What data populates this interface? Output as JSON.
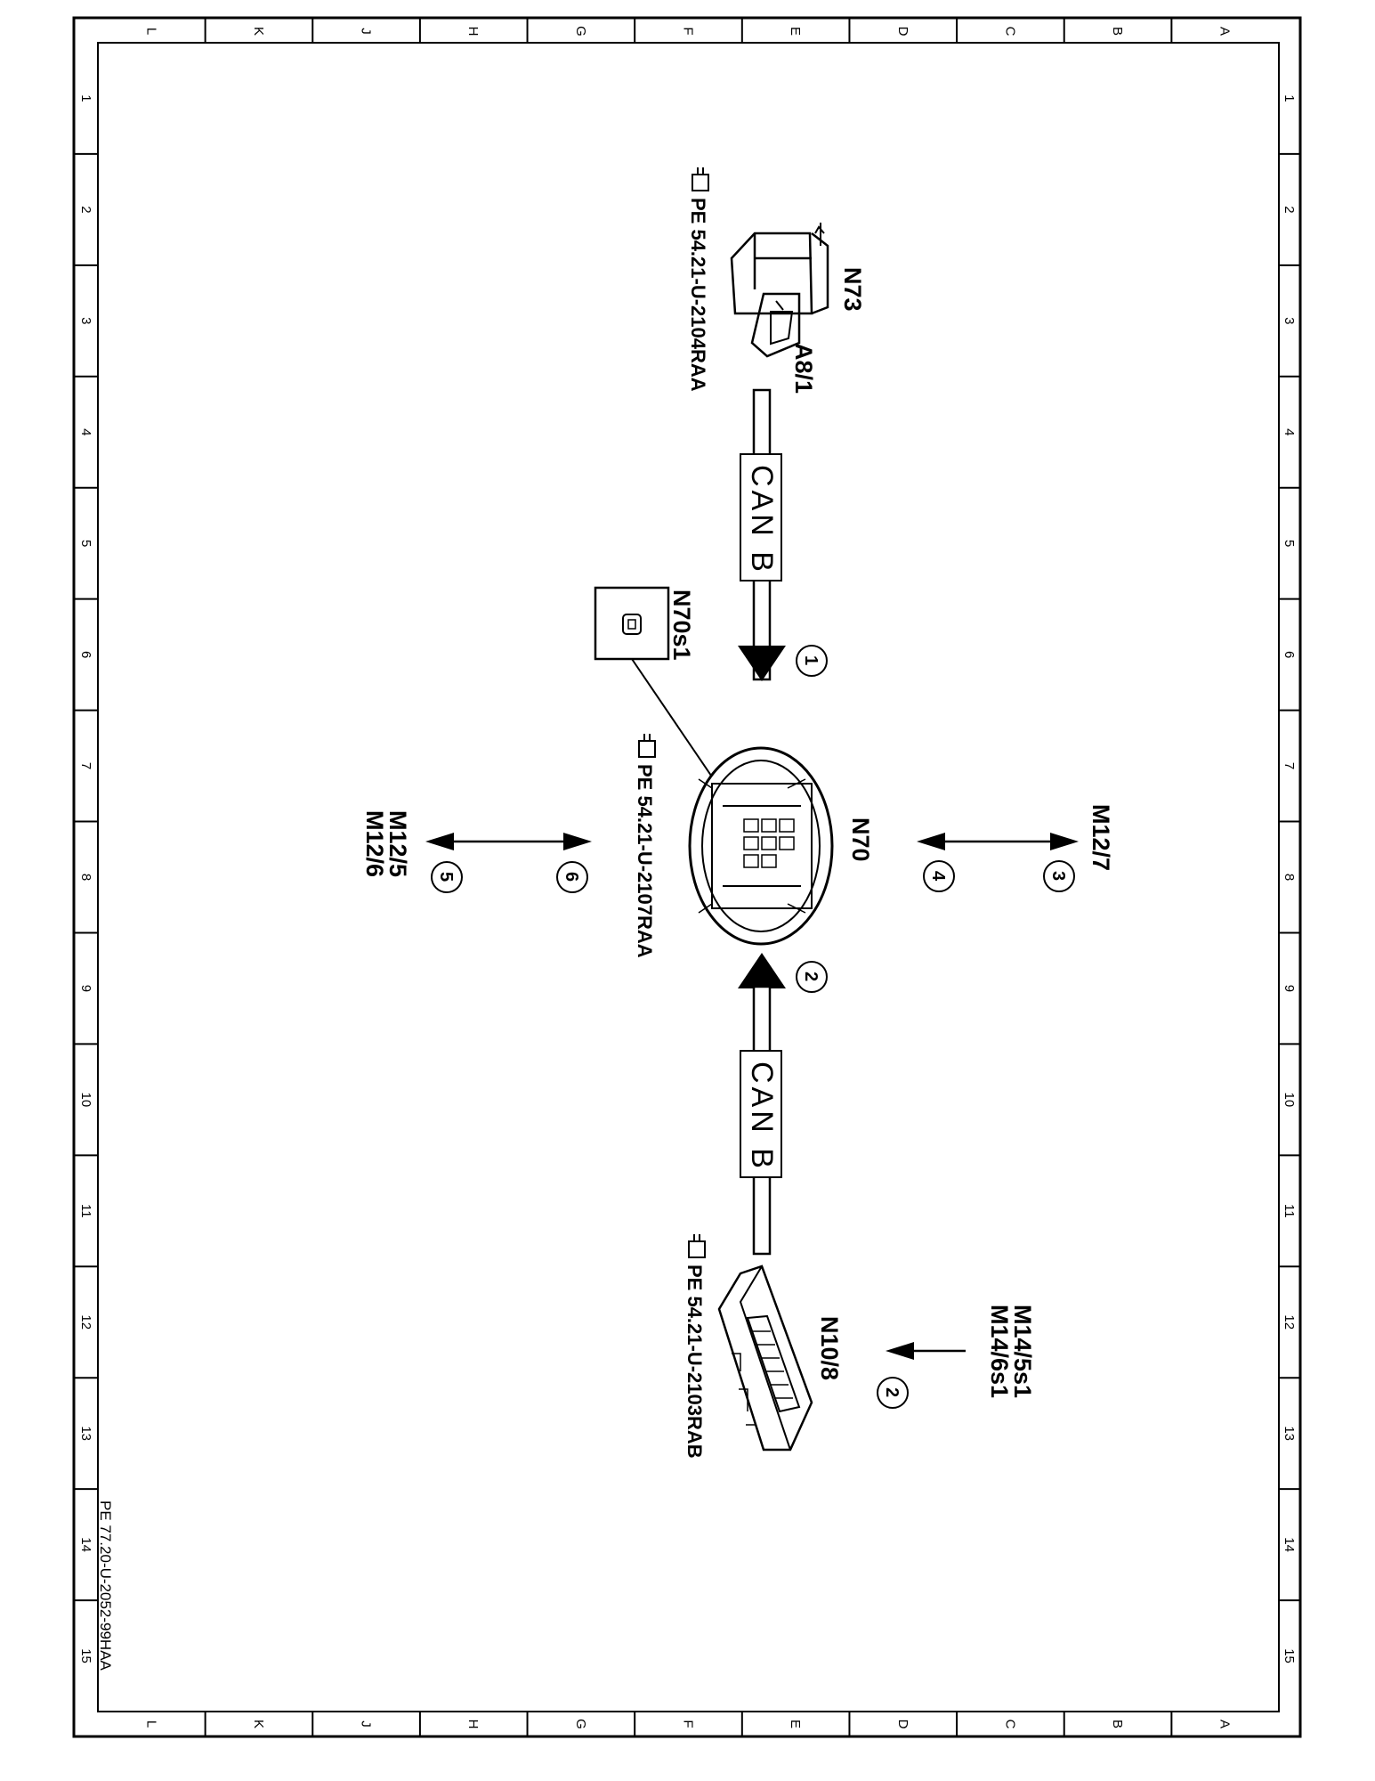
{
  "document_id": "PE 77.20-U-2052-99HAA",
  "grid": {
    "letters": [
      "L",
      "K",
      "J",
      "H",
      "G",
      "F",
      "E",
      "D",
      "C",
      "B",
      "A"
    ],
    "numbers": [
      "1",
      "2",
      "3",
      "4",
      "5",
      "6",
      "7",
      "8",
      "9",
      "10",
      "11",
      "12",
      "13",
      "14",
      "15"
    ]
  },
  "components": {
    "n73": "N73",
    "a8_1": "A8/1",
    "n70s1": "N70s1",
    "n70": "N70",
    "n10_8": "N10/8",
    "m12_7": "M12/7",
    "m12_5": "M12/5",
    "m12_6": "M12/6",
    "m14_5s1": "M14/5s1",
    "m14_6s1": "M14/6s1"
  },
  "refs": {
    "n73_ref": "PE 54.21-U-2104RAA",
    "n70_ref": "PE 54.21-U-2107RAA",
    "n10_ref": "PE 54.21-U-2103RAB"
  },
  "bus": {
    "top": "CAN B",
    "bottom": "CAN B"
  },
  "signals": {
    "s1": "1",
    "s2a": "2",
    "s2b": "2",
    "s3": "3",
    "s4": "4",
    "s5": "5",
    "s6": "6"
  }
}
